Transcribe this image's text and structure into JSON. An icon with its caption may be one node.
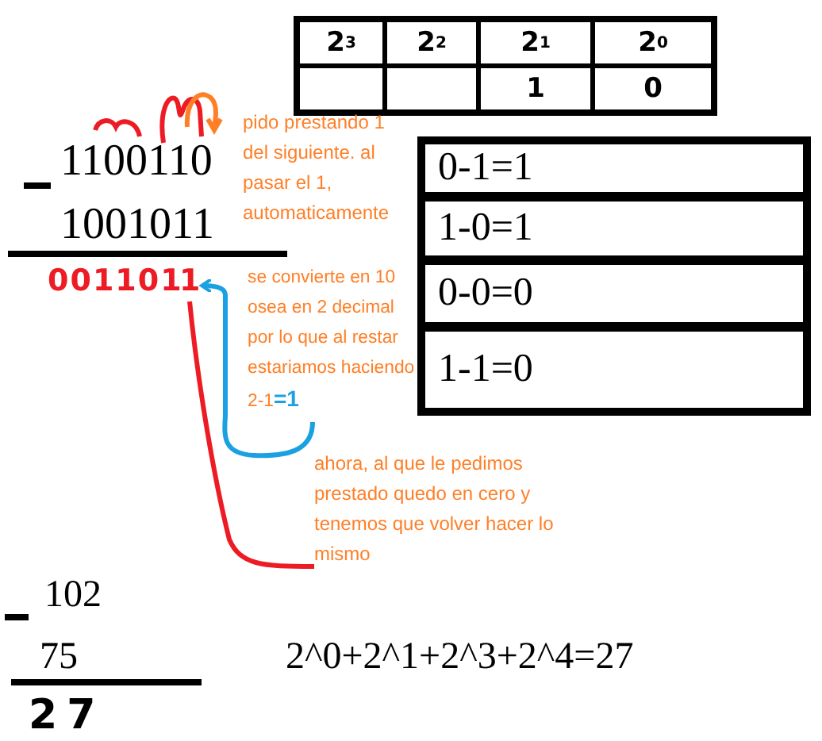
{
  "diagram": {
    "nodes": [
      {
        "text": [
          "0-1=1"
        ]
      },
      {
        "text": [
          "1-0=1"
        ]
      },
      {
        "text": [
          "0-0=0"
        ]
      },
      {
        "text": [
          "1-1=0"
        ]
      },
      {
        "text": [
          "1"
        ]
      },
      {
        "text": [
          "se convierte en 10 osea en 2 decimal por lo que al restar estariamos haciendo 2-1",
          "=1"
        ]
      },
      {
        "text": [
          "ahora, al que le pedimos prestado quedo en cero y tenemos que volver hacer lo mismo"
        ]
      }
    ],
    "edges": [
      {
        "from": 5,
        "to": 4,
        "arrow": "to",
        "color": "#1ba1e2"
      },
      {
        "from": 4,
        "to": 6,
        "arrow": "none",
        "color": "#ed1c24"
      }
    ],
    "labels": [
      "2$^{3}$",
      "2$^{2}$",
      "2$^{1}$",
      "2$^{0}$",
      "1",
      "0",
      "pido prestando 1 del siguiente. al pasar el 1, automaticamente",
      "1100110",
      "1001011",
      "001101",
      "102",
      "75",
      "27",
      "2^0+2^1+2^3+2^4=27"
    ]
  }
}
